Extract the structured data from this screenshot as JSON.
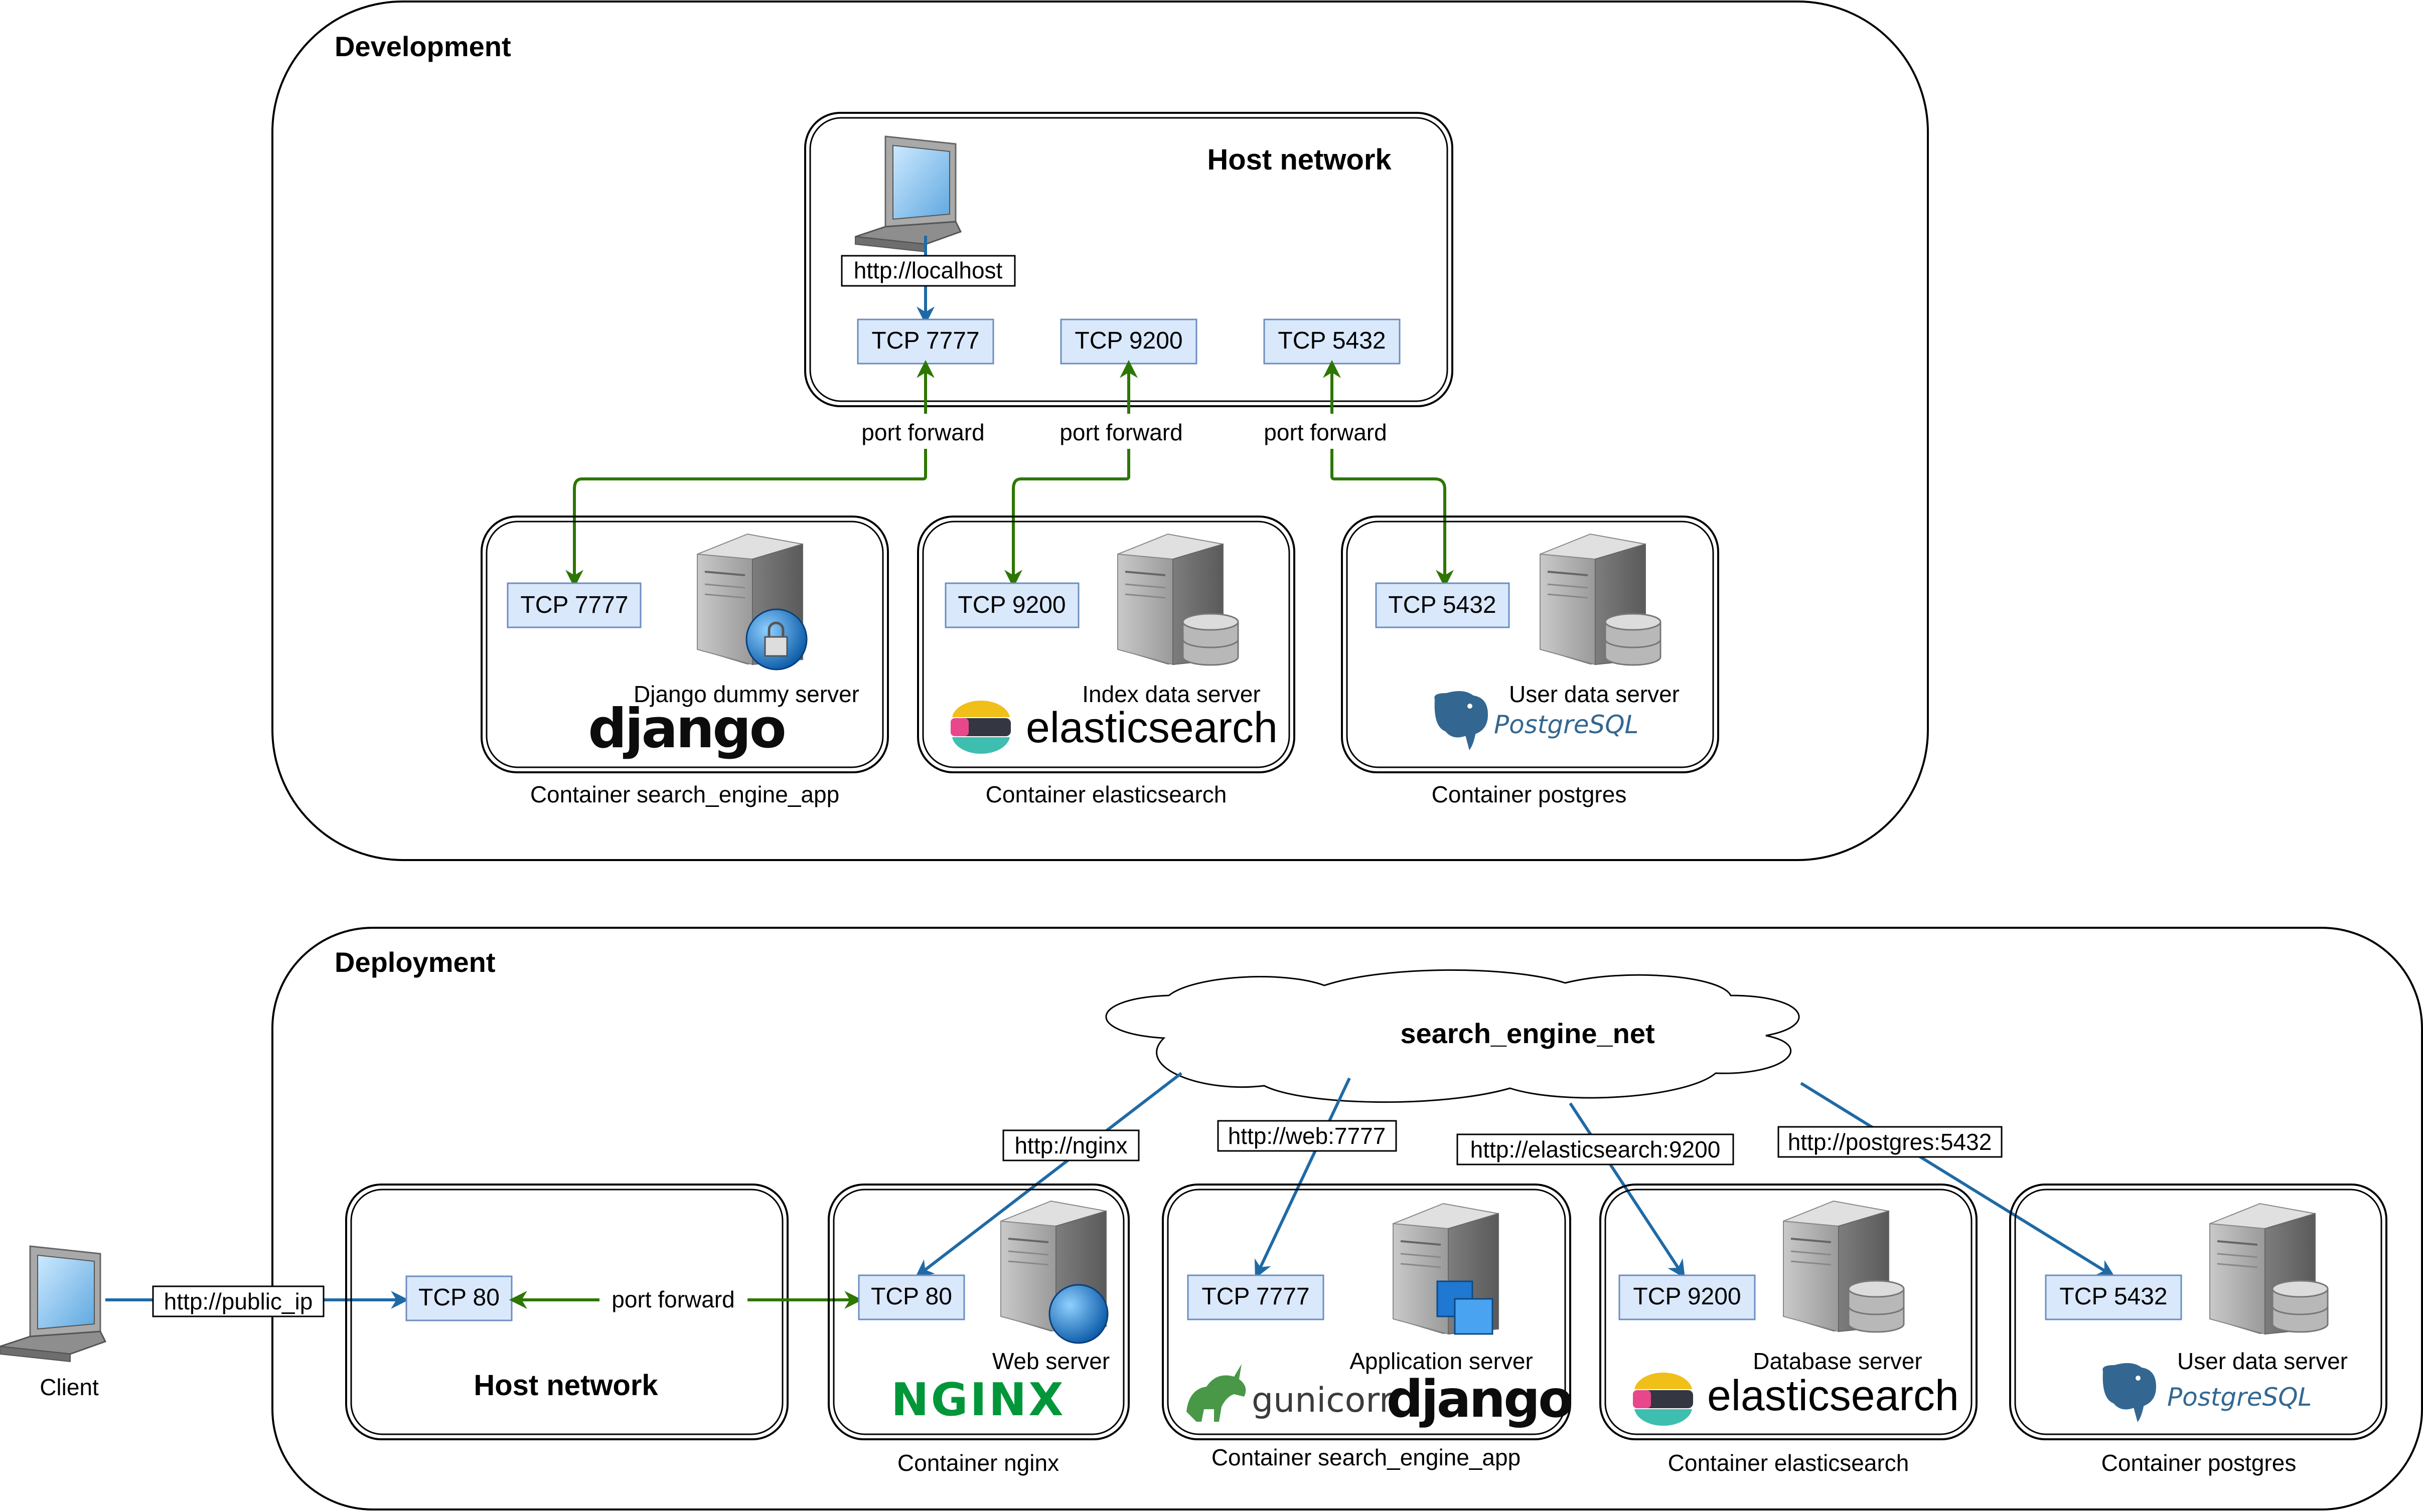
{
  "development": {
    "title": "Development",
    "host_network_title": "Host network",
    "localhost_label": "http://localhost",
    "host_ports": [
      "TCP 7777",
      "TCP 9200",
      "TCP 5432"
    ],
    "port_forward_label": "port forward",
    "containers": [
      {
        "port": "TCP 7777",
        "server": "Django dummy server",
        "logo": "django",
        "caption": "Container search_engine_app"
      },
      {
        "port": "TCP 9200",
        "server": "Index data server",
        "logo": "elasticsearch",
        "caption": "Container elasticsearch"
      },
      {
        "port": "TCP 5432",
        "server": "User data server",
        "logo": "PostgreSQL",
        "caption": "Container postgres"
      }
    ]
  },
  "deployment": {
    "title": "Deployment",
    "cloud_label": "search_engine_net",
    "client_label": "Client",
    "public_ip_label": "http://public_ip",
    "host_network_title": "Host network",
    "host_port": "TCP 80",
    "port_forward_label": "port forward",
    "links": [
      "http://nginx",
      "http://web:7777",
      "http://elasticsearch:9200",
      "http://postgres:5432"
    ],
    "containers": [
      {
        "port": "TCP 80",
        "server": "Web server",
        "logo": "NGINX",
        "caption": "Container nginx"
      },
      {
        "port": "TCP 7777",
        "server": "Application server",
        "logo": "django",
        "logo2": "gunicorn",
        "caption": "Container search_engine_app"
      },
      {
        "port": "TCP 9200",
        "server": "Database server",
        "logo": "elasticsearch",
        "caption": "Container elasticsearch"
      },
      {
        "port": "TCP 5432",
        "server": "User data server",
        "logo": "PostgreSQL",
        "caption": "Container postgres"
      }
    ]
  },
  "colors": {
    "green_arrow": "#2d7600",
    "blue_arrow": "#1f6aa5",
    "port_fill": "#dae8fc",
    "port_stroke": "#6c8ebf"
  },
  "icons": {
    "server": "server-icon",
    "laptop": "laptop-icon",
    "cloud": "cloud-shape"
  }
}
